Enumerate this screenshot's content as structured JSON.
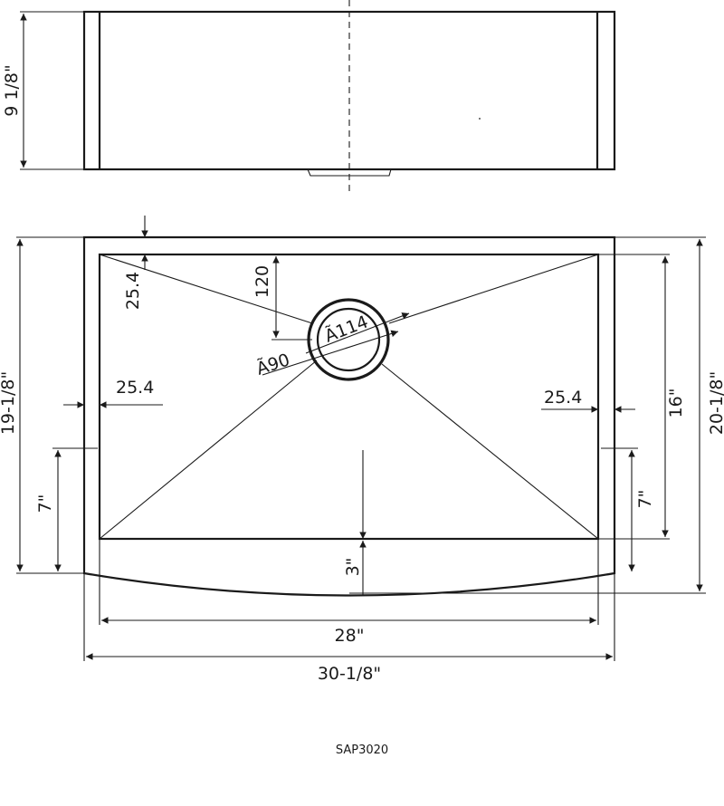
{
  "model": "SAP3020",
  "dimensions": {
    "front_height": "9 1/8\"",
    "back_margin": "25.4",
    "drain_offset": "120",
    "drain_outer": "Ã114",
    "drain_inner": "Ã90",
    "left_margin": "25.4",
    "right_margin": "25.4",
    "inner_depth_total": "19-1/8\"",
    "outer_depth_total": "20-1/8\"",
    "bowl_depth": "16\"",
    "left_apron": "7\"",
    "right_apron": "7\"",
    "apron_bulge": "3\"",
    "bowl_width": "28\"",
    "overall_width": "30-1/8\""
  },
  "colors": {
    "line": "#1a1a1a",
    "background": "#ffffff"
  }
}
